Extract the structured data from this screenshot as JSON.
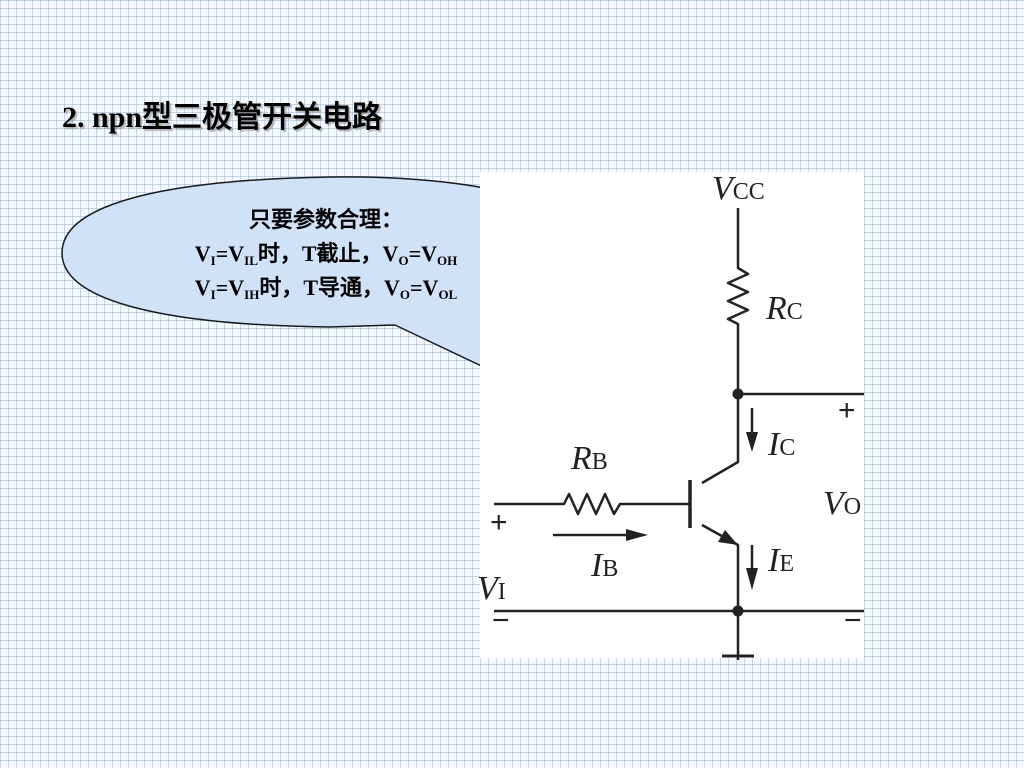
{
  "title": "2. npn型三极管开关电路",
  "callout": {
    "line1": "只要参数合理：",
    "line2": [
      {
        "t": "V"
      },
      {
        "sub": "I"
      },
      {
        "t": "=V"
      },
      {
        "sub": "IL"
      },
      {
        "t": "时，T截止，V"
      },
      {
        "sub": "O"
      },
      {
        "t": "=V"
      },
      {
        "sub": "OH"
      }
    ],
    "line3": [
      {
        "t": "V"
      },
      {
        "sub": "I"
      },
      {
        "t": "=V"
      },
      {
        "sub": "IH"
      },
      {
        "t": "时，T导通，V"
      },
      {
        "sub": "O"
      },
      {
        "t": "=V"
      },
      {
        "sub": "OL"
      }
    ]
  },
  "circuit": {
    "vcc": {
      "main": "V",
      "sub": "CC"
    },
    "rc": {
      "main": "R",
      "sub": "C"
    },
    "rb": {
      "main": "R",
      "sub": "B"
    },
    "ic": {
      "main": "I",
      "sub": "C"
    },
    "ie": {
      "main": "I",
      "sub": "E"
    },
    "ib": {
      "main": "I",
      "sub": "B"
    },
    "vo": {
      "main": "V",
      "sub": "O"
    },
    "vi": {
      "main": "V",
      "sub": "I"
    },
    "plus": "+",
    "minus": "−"
  },
  "colors": {
    "callout_fill": "#cfe2f7",
    "line": "#222222"
  }
}
